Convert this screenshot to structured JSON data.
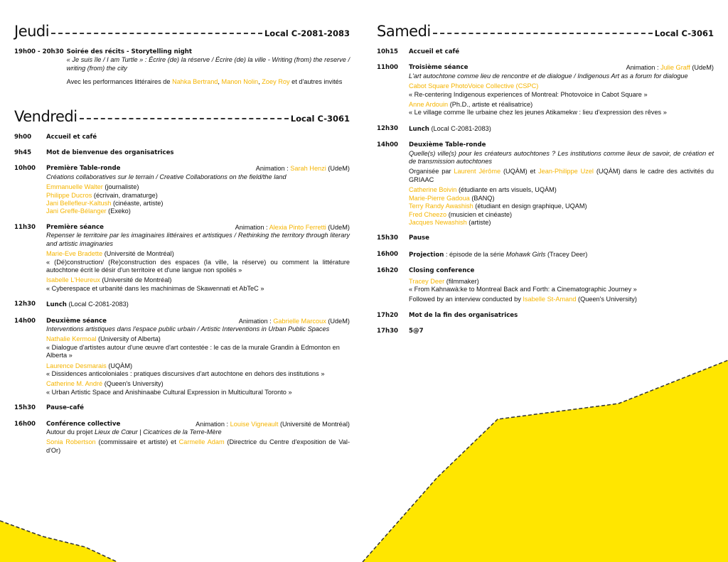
{
  "colors": {
    "accent": "#f5b400",
    "shape_yellow": "#ffe600"
  },
  "thursday": {
    "day": "Jeudi",
    "room": "Local C-2081-2083",
    "time": "19h00 - 20h30",
    "title": "Soirée des récits - Storytelling night",
    "subtitle": "« Je suis île / I am Turtle » : Écrire (de) la réserve / Écrire (de) la ville - Writing (from) the reserve / writing (from) the city",
    "perf_prefix": "Avec les performances littéraires de",
    "perf_names": [
      "Nahka Bertrand",
      "Manon Nolin",
      "Zoey Roy"
    ],
    "perf_sep1": ",",
    "perf_sep2": ",",
    "perf_and": "et",
    "perf_suffix": "d'autres invités"
  },
  "friday": {
    "day": "Vendredi",
    "room": "Local C-3061",
    "e1": {
      "time": "9h00",
      "title": "Accueil et café"
    },
    "e2": {
      "time": "9h45",
      "title": "Mot de bienvenue des organisatrices"
    },
    "e3": {
      "time": "10h00",
      "title": "Première Table-ronde",
      "anim_label": "Animation :",
      "anim_name": "Sarah Henzi",
      "anim_aff": "(UdeM)",
      "subtitle": "Créations collaboratives sur le terrain / Creative Collaborations on the field/the land",
      "people": [
        {
          "name": "Emmanuelle Walter",
          "role": "(journaliste)"
        },
        {
          "name": "Philippe Ducros",
          "role": "(écrivain, dramaturge)"
        },
        {
          "name": "Jani Bellefleur-Kaltush",
          "role": "(cinéaste, artiste)"
        },
        {
          "name": "Jani Greffe-Bélanger",
          "role": "(Exeko)"
        }
      ]
    },
    "e4": {
      "time": "11h30",
      "title": "Première séance",
      "anim_label": "Animation :",
      "anim_name": "Alexia Pinto Ferretti",
      "anim_aff": "(UdeM)",
      "subtitle": "Repenser le territoire par les imaginaires littéraires et artistiques / Rethinking the territory through literary and artistic imaginaries",
      "s1_name": "Marie-Eve Bradette",
      "s1_aff": "(Université de Montréal)",
      "s1_talk": "« (Dé)construction/ (Re)construction des espaces (la ville, la réserve) ou comment la littérature autochtone écrit le désir d'un territoire et d'une langue non spoliés »",
      "s2_name": "Isabelle L'Heureux",
      "s2_aff": "(Université de Montréal)",
      "s2_talk": "« Cyberespace et urbanité dans les machinimas de Skawennati et AbTeC »"
    },
    "e5": {
      "time": "12h30",
      "title": "Lunch",
      "note": "(Local C-2081-2083)"
    },
    "e6": {
      "time": "14h00",
      "title": "Deuxième séance",
      "anim_label": "Animation :",
      "anim_name": "Gabrielle Marcoux",
      "anim_aff": "(UdeM)",
      "subtitle": "Interventions artistiques dans l'espace public urbain / Artistic Interventions in Urban Public Spaces",
      "s1_name": "Nathalie Kermoal",
      "s1_aff": "(University of Alberta)",
      "s1_talk": "« Dialogue d'artistes autour d'une œuvre d'art contestée : le cas de la murale Grandin à Edmonton en Alberta »",
      "s2_name": "Laurence Desmarais",
      "s2_aff": "(UQÀM)",
      "s2_talk": "« Dissidences anticoloniales : pratiques discursives d'art autochtone en dehors des institutions »",
      "s3_name": "Catherine M. André",
      "s3_aff": "(Queen's University)",
      "s3_talk": "« Urban Artistic Space and Anishinaabe Cultural Expression in Multicultural Toronto »"
    },
    "e7": {
      "time": "15h30",
      "title": "Pause-café"
    },
    "e8": {
      "time": "16h00",
      "title": "Conférence collective",
      "anim_label": "Animation :",
      "anim_name": "Louise Vigneault",
      "anim_aff": "(Université de Montréal)",
      "sub_prefix": "Autour du projet",
      "sub_italic": "Lieux de Cœur | Cicatrices de la Terre-Mère",
      "p1_name": "Sonia Robertson",
      "p1_role": "(commissaire et artiste) et",
      "p2_name": "Carmelle Adam",
      "p2_role": "(Directrice du Centre d'exposition de Val-d'Or)"
    }
  },
  "saturday": {
    "day": "Samedi",
    "room": "Local C-3061",
    "e1": {
      "time": "10h15",
      "title": "Accueil et café"
    },
    "e2": {
      "time": "11h00",
      "title": "Troisième séance",
      "anim_label": "Animation :",
      "anim_name": "Julie Graff",
      "anim_aff": "(UdeM)",
      "subtitle": "L'art autochtone comme lieu de rencontre et de dialogue / Indigenous Art as a forum for dialogue",
      "s1_name": "Cabot Square PhotoVoice Collective (CSPC)",
      "s1_talk": "« Re-centering Indigenous experiences of Montreal: Photovoice in Cabot Square »",
      "s2_name": "Anne Ardouin",
      "s2_aff": "(Ph.D., artiste et réalisatrice)",
      "s2_talk": "« Le village comme île urbaine chez les jeunes Atikamekw : lieu d'expression des rêves »"
    },
    "e3": {
      "time": "12h30",
      "title": "Lunch",
      "note": "(Local C-2081-2083)"
    },
    "e4": {
      "time": "14h00",
      "title": "Deuxième Table-ronde",
      "subtitle": "Quelle(s) ville(s) pour les créateurs autochtones ? Les institutions comme lieux de savoir, de création et de transmission autochtones",
      "org_prefix": "Organisée par",
      "org1": "Laurent Jérôme",
      "org1_aff": "(UQÀM) et",
      "org2": "Jean-Philippe Uzel",
      "org2_aff": "(UQÀM) dans le cadre des activités du GRIAAC",
      "people": [
        {
          "name": "Catherine Boivin",
          "role": "(étudiante en arts visuels, UQÀM)"
        },
        {
          "name": "Marie-Pierre Gadoua",
          "role": "(BANQ)"
        },
        {
          "name": "Terry Randy Awashish",
          "role": "(étudiant en design graphique, UQAM)"
        },
        {
          "name": "Fred Cheezo",
          "role": "(musicien et cinéaste)"
        },
        {
          "name": "Jacques Newashish",
          "role": "(artiste)"
        }
      ]
    },
    "e5": {
      "time": "15h30",
      "title": "Pause"
    },
    "e6": {
      "time": "16h00",
      "title": "Projection",
      "pre": ": épisode de la série",
      "italic": "Mohawk Girls",
      "post": "(Tracey Deer)"
    },
    "e7": {
      "time": "16h20",
      "title": "Closing conference",
      "name": "Tracey Deer",
      "role": "(filmmaker)",
      "talk": "« From Kahnawà:ke to Montreal Back and Forth: a Cinematographic Journey »",
      "follow_prefix": "Followed by an interview conducted by",
      "follow_name": "Isabelle St-Amand",
      "follow_aff": "(Queen's University)"
    },
    "e8": {
      "time": "17h20",
      "title": "Mot de la fin des organisatrices"
    },
    "e9": {
      "time": "17h30",
      "title": "5@7"
    }
  }
}
